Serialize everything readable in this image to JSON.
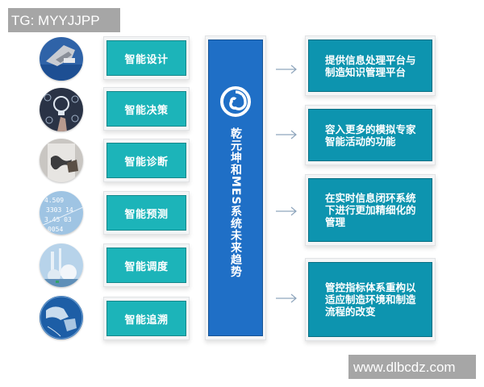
{
  "watermarks": {
    "top": "TG: MYYJJPP",
    "bottom": "www.dlbcdz.com"
  },
  "left_column": {
    "items": [
      {
        "label": "智能设计",
        "image": "robot-arm-photo"
      },
      {
        "label": "智能决策",
        "image": "lightbulb-hand-photo"
      },
      {
        "label": "智能诊断",
        "image": "world-map-person-photo"
      },
      {
        "label": "智能预测",
        "image": "stock-numbers-photo"
      },
      {
        "label": "智能调度",
        "image": "industrial-plant-photo"
      },
      {
        "label": "智能追溯",
        "image": "globe-network-photo"
      }
    ]
  },
  "center": {
    "logo": "swirl-logo-icon",
    "title": "乾元坤和MES系统未来趋势"
  },
  "right_column": {
    "items": [
      {
        "text": "提供信息处理平台与制造知识管理平台"
      },
      {
        "text": "容入更多的模拟专家智能活动的功能"
      },
      {
        "text": "在实时信息闭环系统下进行更加精细化的管理"
      },
      {
        "text": "管控指标体系重构以适应制造环境和制造流程的改变"
      }
    ]
  },
  "colors": {
    "left_box": "#1cb4b9",
    "center_box": "#1f6fc6",
    "right_box": "#0d94af",
    "arrow": "#8fa6bd",
    "watermark_bg": "#a6a6a6"
  }
}
